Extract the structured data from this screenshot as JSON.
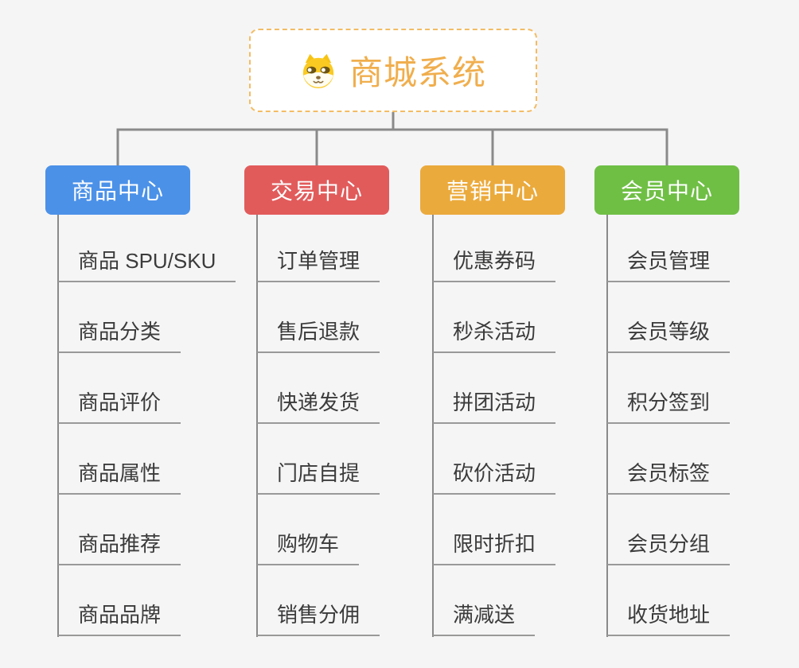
{
  "root": {
    "title": "商城系统",
    "icon": "doge-icon"
  },
  "branches": [
    {
      "label": "商品中心",
      "color": "#4b91e8",
      "children": [
        "商品 SPU/SKU",
        "商品分类",
        "商品评价",
        "商品属性",
        "商品推荐",
        "商品品牌"
      ]
    },
    {
      "label": "交易中心",
      "color": "#e25b5b",
      "children": [
        "订单管理",
        "售后退款",
        "快递发货",
        "门店自提",
        "购物车",
        "销售分佣"
      ]
    },
    {
      "label": "营销中心",
      "color": "#ebaa3c",
      "children": [
        "优惠券码",
        "秒杀活动",
        "拼团活动",
        "砍价活动",
        "限时折扣",
        "满减送"
      ]
    },
    {
      "label": "会员中心",
      "color": "#6fbf45",
      "children": [
        "会员管理",
        "会员等级",
        "积分签到",
        "会员标签",
        "会员分组",
        "收货地址"
      ]
    }
  ],
  "colors": {
    "background": "#f5f5f6",
    "line": "#8a8a8a",
    "underline": "#999999",
    "root_border": "#f3bc64",
    "root_text": "#f0ae4d",
    "leaf_text": "#3b3b3b"
  }
}
